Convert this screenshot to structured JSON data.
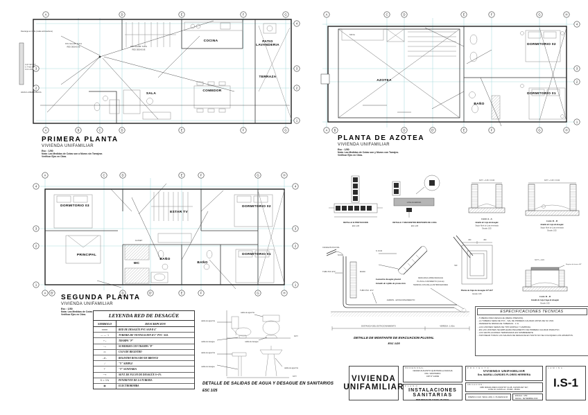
{
  "colors": {
    "grid_line": "#a8dadc",
    "wall_line": "#1c1c1c",
    "sheet_bg": "#ffffff"
  },
  "plan_primera": {
    "title": "PRIMERA PLANTA",
    "subtitle": "VIVIENDA UNIFAMILIAR",
    "scale": "Esc : 1/50",
    "note1": "Nota: Las Medidas de Cotas son a Muros sin Tarrajear.",
    "note2": "Verificar Ejes en Obra.",
    "bubbles_top": [
      "A",
      "D",
      "E",
      "F",
      "G"
    ],
    "bubbles_bottom": [
      "A",
      "B",
      "C",
      "D",
      "E",
      "F",
      "G"
    ],
    "bubbles_right": [
      "4",
      "3",
      "2",
      "1"
    ],
    "bubbles_left": [
      "3",
      "2"
    ],
    "rooms": {
      "cocina": "COCINA",
      "patio1": "PATIO",
      "patio2": "LAVANDERIA",
      "terraza": "TERRAZA",
      "sala": "SALA",
      "comedor": "COMEDOR"
    },
    "ann": {
      "red1a": "PVC-SAL Ø4\" S=1%",
      "red1b": "RED DESAGUE",
      "red2a": "PVC-SAL Ø4\" S=1%",
      "red2b": "RED DESAGUE",
      "cr": "C.R.=12\"x24\"",
      "ct": "C.T.=±0.00",
      "cf": "C.F.=-0.60",
      "publica": "HACIA LA RED PUBLICA",
      "descarga": "Descarga en Calle (malla antirroedores)"
    }
  },
  "plan_azotea": {
    "title": "PLANTA DE AZOTEA",
    "subtitle": "VIVIENDA UNIFAMILIAR",
    "scale": "Esc : 1/50",
    "note1": "Nota: Las Medidas de Cotas son y Muros con Tarrajeo.",
    "note2": "Verificar Ejes en Obra.",
    "bubbles_top": [
      "A",
      "C",
      "D",
      "E",
      "F",
      "G",
      "H"
    ],
    "bubbles_bottom": [
      "A",
      "B",
      "D",
      "D'",
      "E",
      "F",
      "G",
      "H"
    ],
    "bubbles_right": [
      "4",
      "3",
      "2",
      "1"
    ],
    "rooms": {
      "azotea": "AZOTEA",
      "bano": "BAÑO",
      "dorm02": "DORMITORIO 02",
      "dorm01": "DORMITORIO 01"
    },
    "ann": {
      "tank": "540 lts"
    }
  },
  "plan_segunda": {
    "title": "SEGUNDA PLANTA",
    "subtitle": "VIVIENDA UNIFAMILIAR",
    "scale": "Esc : 1/50",
    "note1": "Nota: Las Medidas de Cotas son a Muros sin Tarrajear.",
    "note2": "Verificar Ejes en Obra.",
    "bubbles_top": [
      "A",
      "C",
      "D",
      "E",
      "F",
      "G",
      "H"
    ],
    "bubbles_bottom": [
      "A",
      "B'",
      "D",
      "D'",
      "E",
      "F",
      "G",
      "H"
    ],
    "bubbles_left": [
      "4",
      "3",
      "2",
      "1"
    ],
    "bubbles_right": [
      "4",
      "3",
      "2",
      "1"
    ],
    "rooms": {
      "dorm03": "DORMITORIO 03",
      "estar": "ESTAR TV",
      "dorm02": "DORMITORIO 02",
      "principal": "PRINCIPAL",
      "wc": "WC",
      "bano1": "BAÑO",
      "bano2": "BAÑO",
      "dorm01": "DORMITORIO 01"
    },
    "ann": {
      "closet": "CLOSET"
    }
  },
  "legend": {
    "title": "LEYENDA RED DE DESAGÜE",
    "col_symbol": "SIMBOLO",
    "col_desc": "DESCRIPCION",
    "rows": [
      {
        "sym": "════",
        "desc": "RED DE DESAGÜE PVC-SAP Ø 4\""
      },
      {
        "sym": "— — ⇢",
        "desc": "TUBERIA DE VENTILACION Ø 2\" PVC- SAL"
      },
      {
        "sym": "⌐⌣",
        "desc": "TRAMPA \"P\""
      },
      {
        "sym": "◦⌣",
        "desc": "SUMIDERO CON TRAMPA \"P\""
      },
      {
        "sym": "▭",
        "desc": "CAJA DE REGISTRO"
      },
      {
        "sym": "–⊘–",
        "desc": "REGISTRO ROSCADO DE BRONCE"
      },
      {
        "sym": "⟋",
        "desc": "\"Y\" SIMPLE"
      },
      {
        "sym": "⊤",
        "desc": "\"T\" SANITARIA"
      },
      {
        "sym": "⟶",
        "desc": "SENT. DE FLUJO DE DESAGÜE S=1%"
      },
      {
        "sym": "S = 1%",
        "desc": "PENDIENTE DE LA TUBERIA"
      },
      {
        "sym": "▦",
        "desc": "ELECTROBOMBA"
      }
    ]
  },
  "sanitarios": {
    "agua": "salida de agua fría",
    "desague": "salida de desague",
    "npt": "N.P.T.",
    "title": "DETALLE DE  SALIDAS DE AGUA Y DESAGUE EN SANITARIOS",
    "esc": "ESC   1/25"
  },
  "det_proyeccion": {
    "cap": "DETALLE S/ PROYECCION",
    "esc": "ESC 1/25"
  },
  "det_encuentro": {
    "cap": "DETALLE Y ENCUENTRO MONTANTE DE LOSA",
    "esc": "ESC 1/25",
    "losa": "LOSA ALIGERADA"
  },
  "corte_a": {
    "npt": "N.P.T. + 0.15 / ± 0.00",
    "t": "Corte A - A",
    "s": "Detalle de Caja de desagüe",
    "s2": "Según Nivel de Losa terminada",
    "esc": "Escala: 1/25"
  },
  "corte_b": {
    "npt": "N.P.T. + 0.15 / ± 0.00",
    "t": "Corte B - B",
    "s": "Detalle de Caja de desagüe",
    "s2": "Según Nivel de Losa terminada",
    "esc": "Escala: 1/25"
  },
  "iso": {
    "n": "N. ±0.00",
    "cap1": "Isometría desagüe pluvial",
    "cap2": "Detalle de rejilla de protección"
  },
  "rejilla": {
    "d1": ".300",
    "d2": ".300",
    "d3": ".540",
    "cap": "Planta de Caja de desagüe 12\"x24\"",
    "esc": "Escala: 1/25"
  },
  "caja_ciega": {
    "npt": "N.P.T. + 0.15",
    "reg": "Registro de bronce Ø4\"",
    "t": "Corte B - B",
    "s": "Detalle de Caja Ciega de desagüe",
    "esc": "Escala: 1/25"
  },
  "montante": {
    "canaleta": "CANALETA PLUVIAL",
    "s1": "S=1%",
    "tubo1": "TUBO PVC Ø 3\"",
    "muro": "MURO",
    "tubo2": "TUBO PVC. Ø 3\"",
    "d1": "DESCARGA LIBRE DESAGUE",
    "d2": "PLUVIAL A PAVIMENTO  (CALLE)",
    "d3": "TERMINA CON MALLA ANTIRROEDORES",
    "jardin": "JARDIN - ESTACIONAMIENTO",
    "dim1": "DISTANCIA DEL ESTACIONAMIENTO",
    "dim2": "VEREDA: 1.00m",
    "title": "DETALLE DE MONTANTE DE EVACUACION PLUVIAL",
    "esc": "ESC   1/25"
  },
  "espec": {
    "title": "ESPECIFICACIONES   TECNICAS",
    "lines": [
      "- TUBERIA PARA DESAGUE (MEDIA PRESION).",
      "- LA TUBERIA SERA DE PVC - SAL DE PRIMERA CALIDAD ANTES DE SU USO.",
      "- PENDIENTE MINIMA DE TUBERIAS : 1 %.",
      "- LAS UNIONES SERAN DE TIPO ESPIGA Y CAMPANA.",
      "- EN LAS UNIONES SE EMPLEARA PEGAMENTO DE PRIMERA CALIDAD PARA PVC.",
      "- LAS VENTILACIONES TERMINARAN EN SOMBRERETE.",
      "- TAPONEAR TODAS LAS SALIDAS DE DESAGÜE EN TANTO NO SE COLOQUEN LOS APARATOS."
    ]
  },
  "titleblock": {
    "name1": "VIVIENDA",
    "name2": "UNIFAMILIAR",
    "prof_label": "PROFESIONAL :",
    "prof1": "CESAR AUGUSTO QUINTANILLA DACHA",
    "prof2": "ING. SANITARIO",
    "prof3": "CIP N° 12062",
    "plano_label": "P L A N O :",
    "plano1": "INSTALACIONES",
    "plano2": "SANITARIAS",
    "plano3": "RED DESAGÜE Y EVAC. PLUVIAL",
    "proy_label": "P R O Y E C T O :",
    "proy1": "VIVIENDA  UNIFAMILIAR",
    "proy3": "Sra. MARÍA LOURDES FLORES HERRERA",
    "ubic_label": "UBICACION :",
    "ubic1": "URB. MIRAFLORES COUNTRY CLUB, II ETAPA MZ \"AD\",",
    "ubic2": "LOTE 16, CASTILLA  -  PIURA  -  PIURA",
    "cad": "DISEÑO & CAD : BACH. ARQ. C. PLASENCIA M.",
    "escala": "ESCALA :    1/50",
    "fecha": "FECHA : SETIEMBRE  2016",
    "lam_label": "L A M I N A :",
    "lamina": "I.S-1"
  }
}
